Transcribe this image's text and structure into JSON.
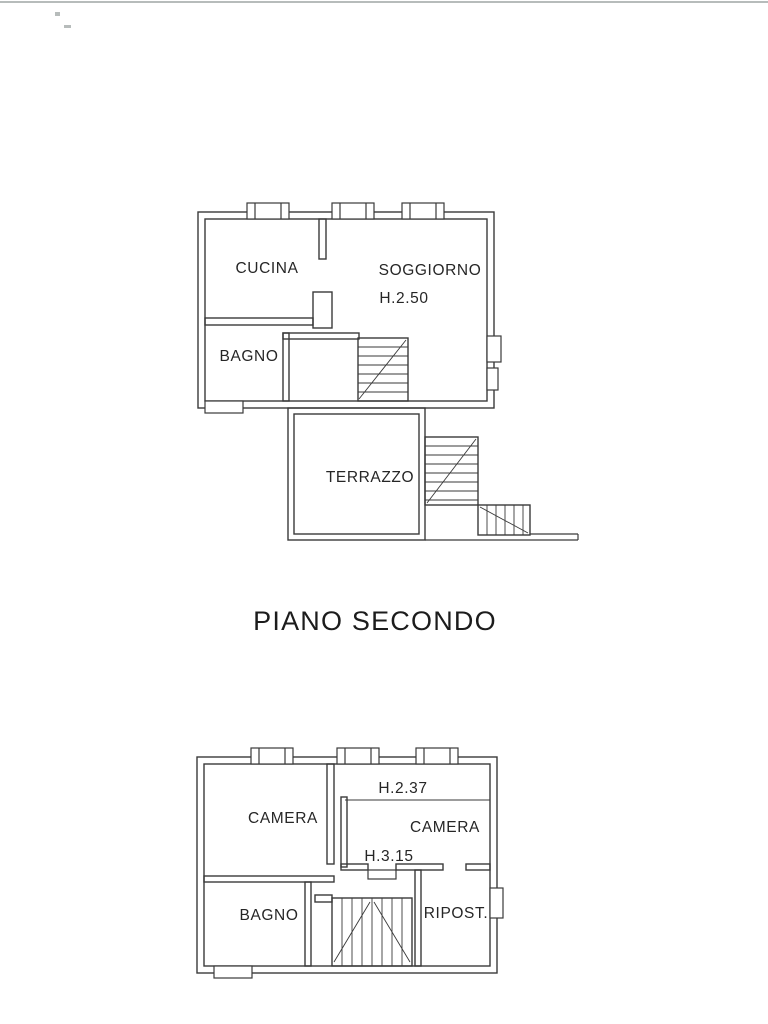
{
  "document": {
    "title": "PIANO SECONDO"
  },
  "colors": {
    "ink": "#3a3a3a",
    "paper": "#ffffff",
    "text": "#262626"
  },
  "upper_plan": {
    "labels": {
      "cucina": "CUCINA",
      "soggiorno": "SOGGIORNO",
      "soggiorno_height": "H.2.50",
      "bagno": "BAGNO",
      "terrazzo": "TERRAZZO"
    }
  },
  "lower_plan": {
    "labels": {
      "camera_left": "CAMERA",
      "height_upper": "H.2.37",
      "camera_right": "CAMERA",
      "height_lower": "H.3.15",
      "bagno": "BAGNO",
      "ripostiglio": "RIPOST."
    }
  }
}
